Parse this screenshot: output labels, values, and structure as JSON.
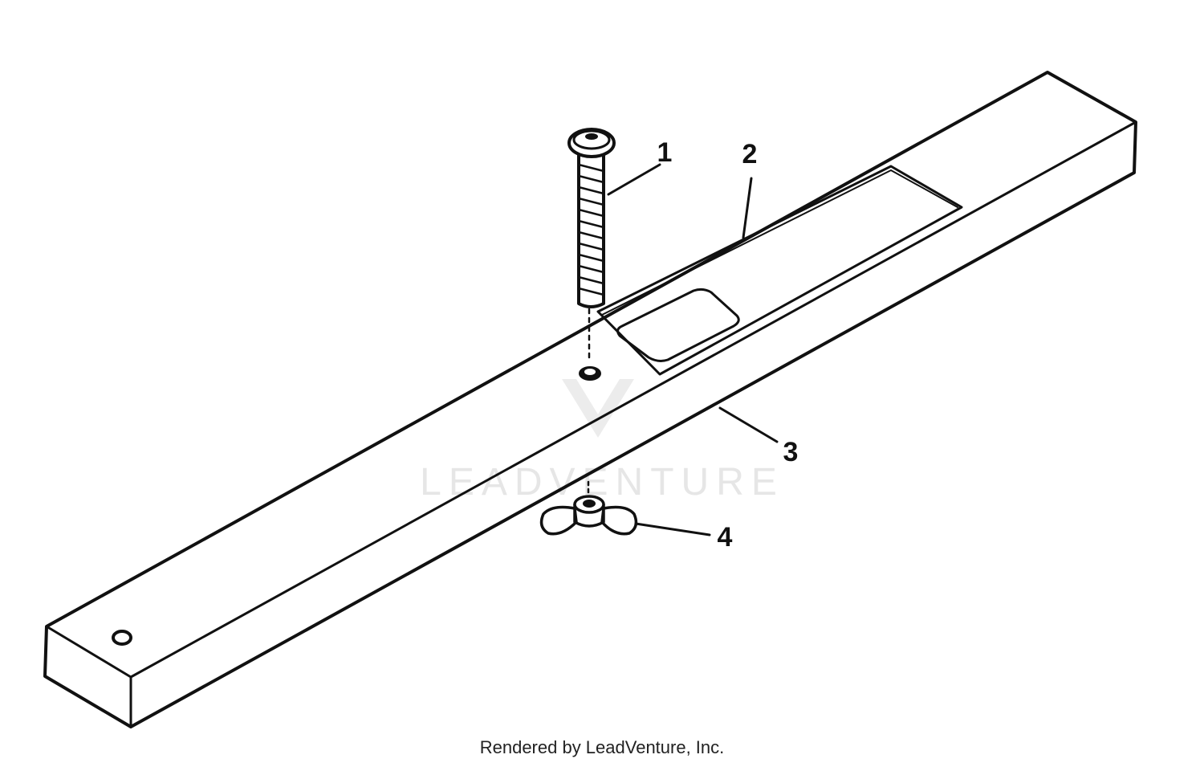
{
  "callouts": [
    {
      "id": "1"
    },
    {
      "id": "2"
    },
    {
      "id": "3"
    },
    {
      "id": "4"
    }
  ],
  "watermark": {
    "text": "LEADVENTURE"
  },
  "credit": "Rendered by LeadVenture, Inc.",
  "colors": {
    "ink": "#111111",
    "watermark": "#e6e6e6",
    "background": "#ffffff"
  }
}
